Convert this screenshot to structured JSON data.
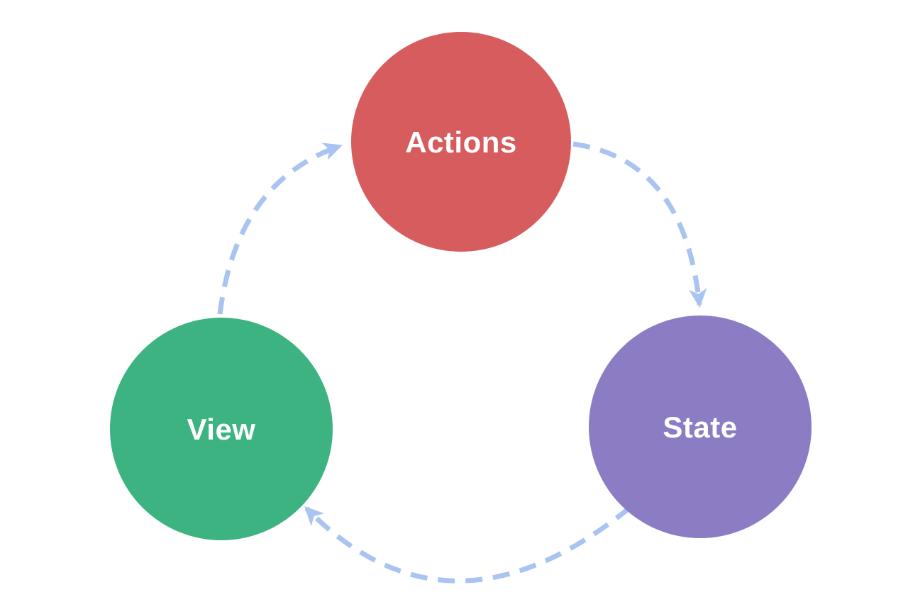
{
  "diagram": {
    "name": "unidirectional-data-flow-cycle",
    "background_color": "#ffffff"
  },
  "nodes": [
    {
      "id": "actions",
      "label": "Actions",
      "color": "#d65c5e",
      "text_color": "#ffffff"
    },
    {
      "id": "state",
      "label": "State",
      "color": "#8c7cc4",
      "text_color": "#ffffff"
    },
    {
      "id": "view",
      "label": "View",
      "color": "#3cb381",
      "text_color": "#ffffff"
    }
  ],
  "edges": [
    {
      "from": "Actions",
      "to": "State"
    },
    {
      "from": "State",
      "to": "View"
    },
    {
      "from": "View",
      "to": "Actions"
    }
  ],
  "arrows": {
    "color": "#a9c4f0",
    "style": "dashed"
  }
}
